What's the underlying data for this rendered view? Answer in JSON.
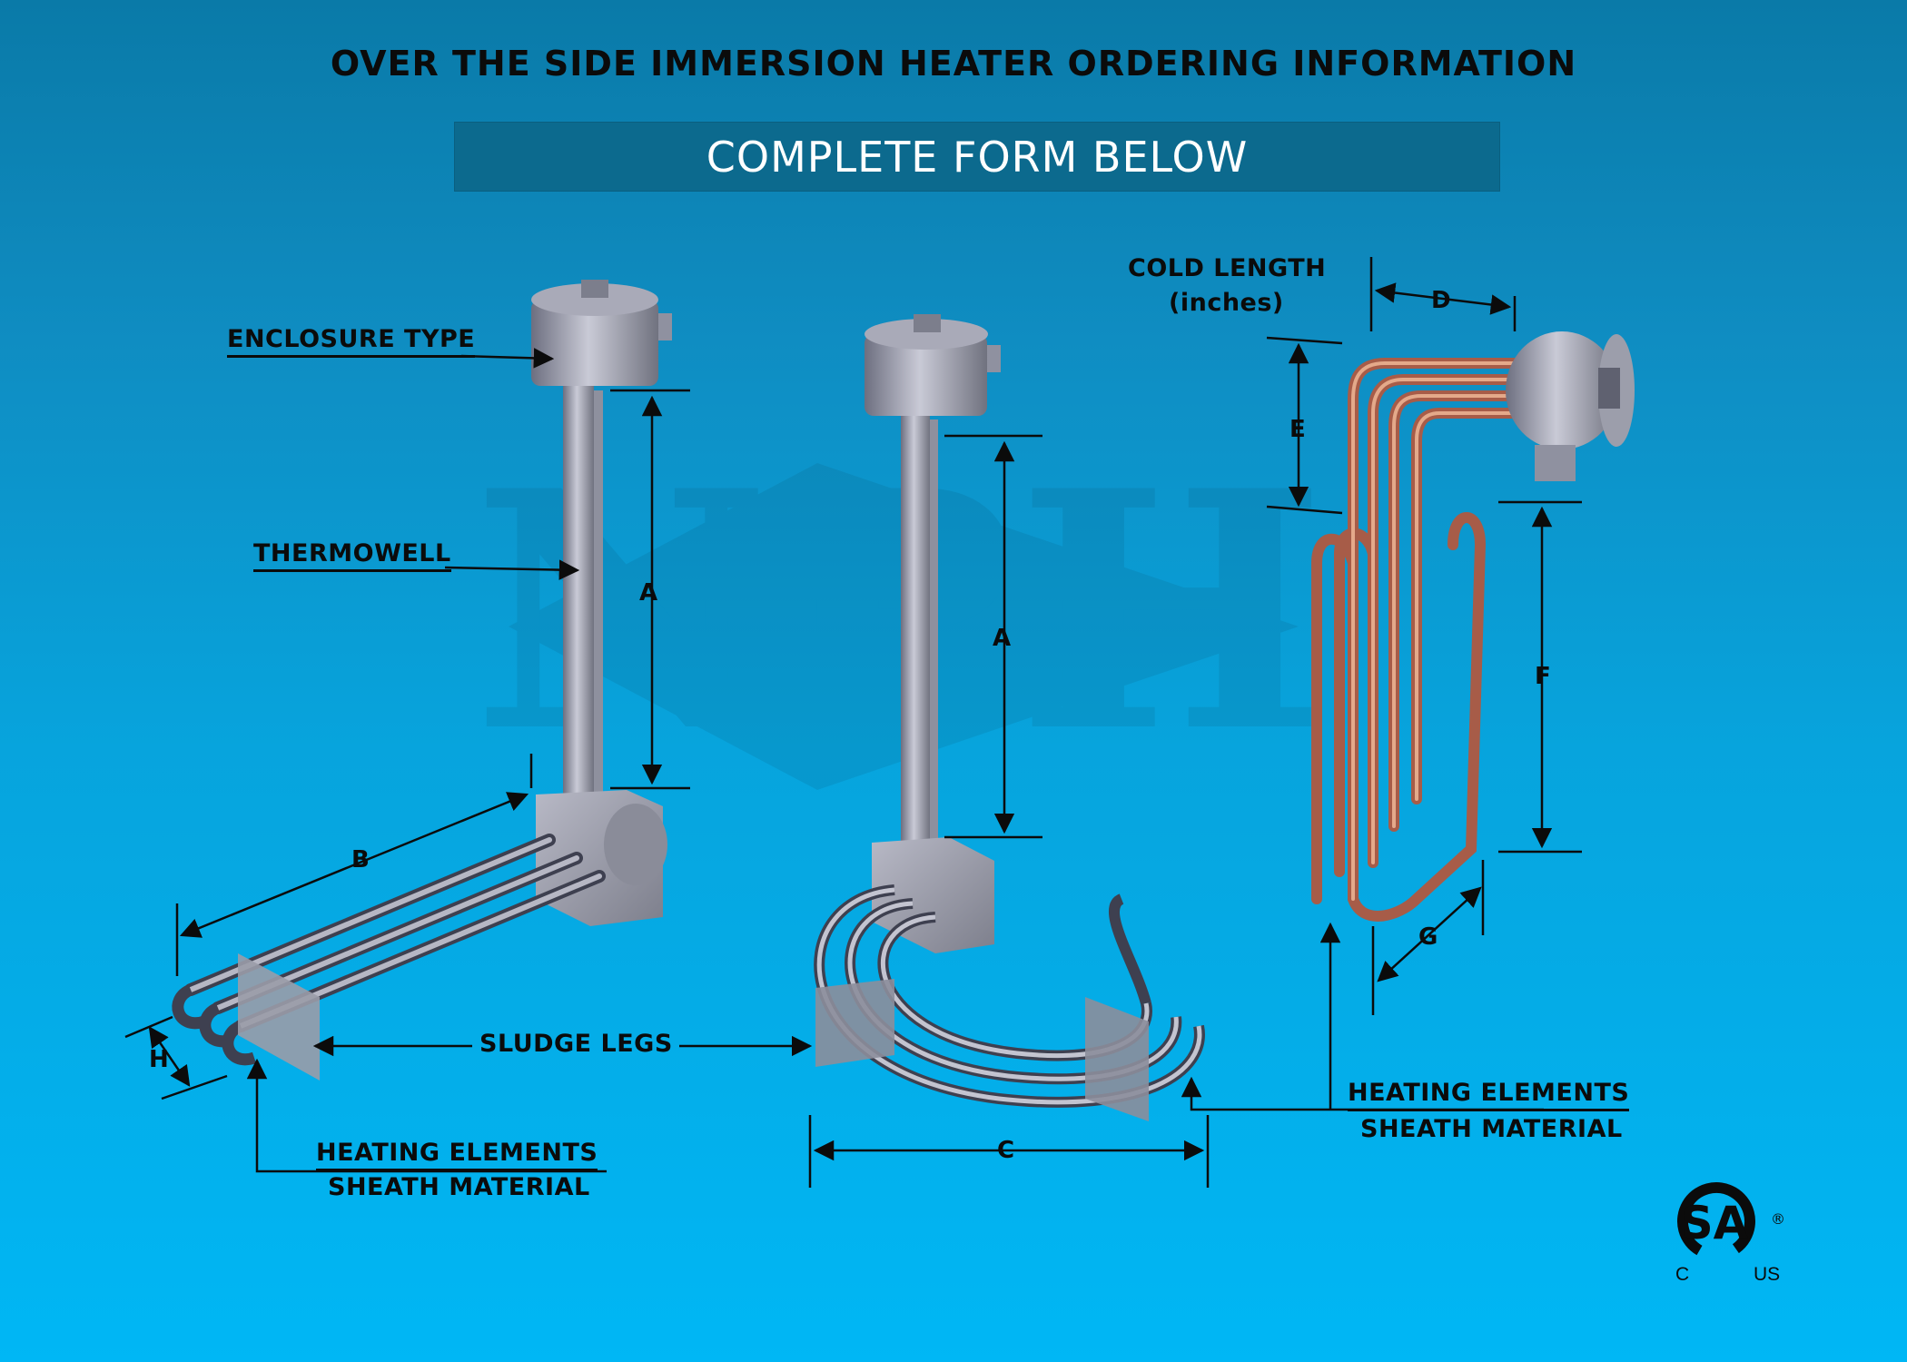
{
  "header": {
    "title": "OVER THE SIDE IMMERSION HEATER ORDERING INFORMATION",
    "banner": "COMPLETE FORM BELOW"
  },
  "labels": {
    "enclosure_type": "ENCLOSURE TYPE",
    "thermowell": "THERMOWELL",
    "sludge_legs": "SLUDGE LEGS",
    "heating_elements_1": "HEATING ELEMENTS",
    "sheath_material_1": "SHEATH MATERIAL",
    "heating_elements_2": "HEATING ELEMENTS",
    "sheath_material_2": "SHEATH MATERIAL",
    "cold_length": "COLD LENGTH",
    "cold_length_units": "(inches)"
  },
  "dimensions": {
    "a1": "A",
    "a2": "A",
    "b": "B",
    "c": "C",
    "d": "D",
    "e": "E",
    "f": "F",
    "g": "G",
    "h": "H"
  },
  "certification": {
    "logo_text": "SA",
    "c_text": "C",
    "us_text": "US",
    "registered": "®"
  },
  "colors": {
    "background_top": "#0a7aa8",
    "background_bottom": "#00b7f5",
    "banner": "#0c6a8e",
    "text": "#0b0b0b",
    "copper": "#c97a5a"
  }
}
